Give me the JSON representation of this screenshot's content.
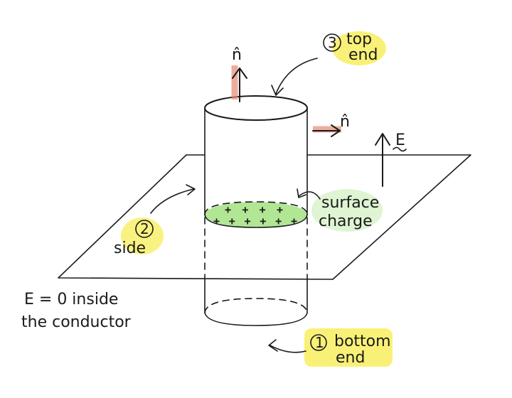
{
  "labels": {
    "top_end_number": "3",
    "top_end_line1": "top",
    "top_end_line2": "end",
    "n_hat_top": "n̂",
    "n_hat_side": "n̂",
    "field_label": "E",
    "surface_line1": "surface",
    "surface_line2": "charge",
    "side_number": "2",
    "side_text": "side",
    "inside_line1": "E = 0  inside",
    "inside_line2": "the conductor",
    "bottom_end_number": "1",
    "bottom_end_line1": "bottom",
    "bottom_end_line2": "end",
    "plus_row1": "+ + + +",
    "plus_row2": "+ + + + + +"
  },
  "colors": {
    "ink": "#1a1a1a",
    "highlight_yellow": "#f7ec4a",
    "surface_green": "#9ee07a",
    "normal_arrow_red": "#e58a72"
  }
}
